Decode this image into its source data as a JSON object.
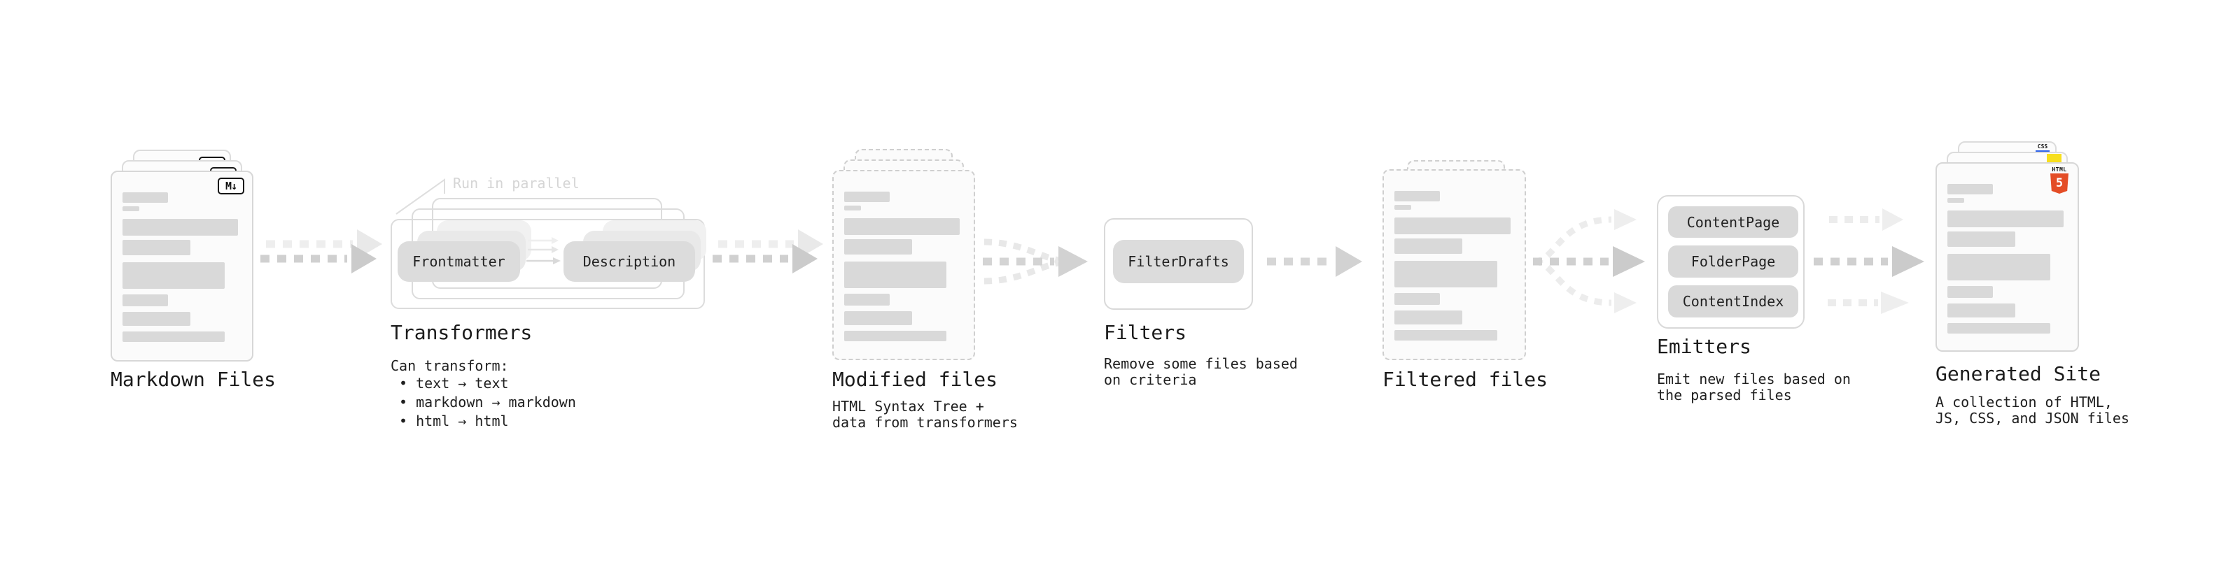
{
  "diagram": {
    "markdown_files": {
      "title": "Markdown Files",
      "badge": "M↓"
    },
    "transformers": {
      "annotation": "Run in parallel",
      "plugin_left": "Frontmatter",
      "plugin_right": "Description",
      "title": "Transformers",
      "desc_heading": "Can transform:",
      "bullets": [
        "• text → text",
        "• markdown → markdown",
        "• html → html"
      ]
    },
    "modified_files": {
      "title": "Modified files",
      "desc_line1": "HTML Syntax Tree +",
      "desc_line2": "data from transformers"
    },
    "filters": {
      "title": "Filters",
      "plugin": "FilterDrafts",
      "desc_line1": "Remove some files based",
      "desc_line2": "on criteria"
    },
    "filtered_files": {
      "title": "Filtered files"
    },
    "emitters": {
      "title": "Emitters",
      "plugins": [
        "ContentPage",
        "FolderPage",
        "ContentIndex"
      ],
      "desc_line1": "Emit new files based on",
      "desc_line2": "the parsed files"
    },
    "generated_site": {
      "title": "Generated Site",
      "desc_line1": "A collection of HTML,",
      "desc_line2": "JS, CSS, and JSON files",
      "badge_html": "HTML",
      "badge_five": "5",
      "badge_css": "CSS"
    }
  },
  "colors": {
    "html5_orange": "#e44d26",
    "js_yellow": "#f7df1e",
    "css_blue": "#2d62e9"
  }
}
